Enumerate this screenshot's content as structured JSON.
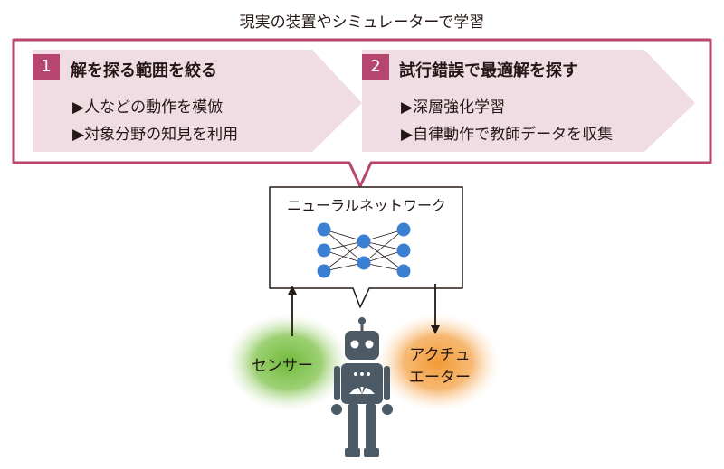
{
  "title": "現実の装置やシミュレーターで学習",
  "steps": [
    {
      "number": "1",
      "heading": "解を探る範囲を絞る",
      "bullets": [
        "▶人などの動作を模倣",
        "▶対象分野の知見を利用"
      ]
    },
    {
      "number": "2",
      "heading": "試行錯誤で最適解を探す",
      "bullets": [
        "▶深層強化学習",
        "▶自律動作で教師データを収集"
      ]
    }
  ],
  "neural_network": {
    "label": "ニューラルネットワーク"
  },
  "sensor": {
    "label": "センサー"
  },
  "actuator": {
    "label_line1": "アクチュ",
    "label_line2": "エーター"
  },
  "colors": {
    "frame": "#b6466f",
    "arrow_fill": "#f0dde4",
    "badge": "#b6466f",
    "node": "#3a7fd1",
    "sensor_glow": "#6fba3a",
    "actuator_glow": "#f29a36",
    "robot": "#4b5a64"
  }
}
